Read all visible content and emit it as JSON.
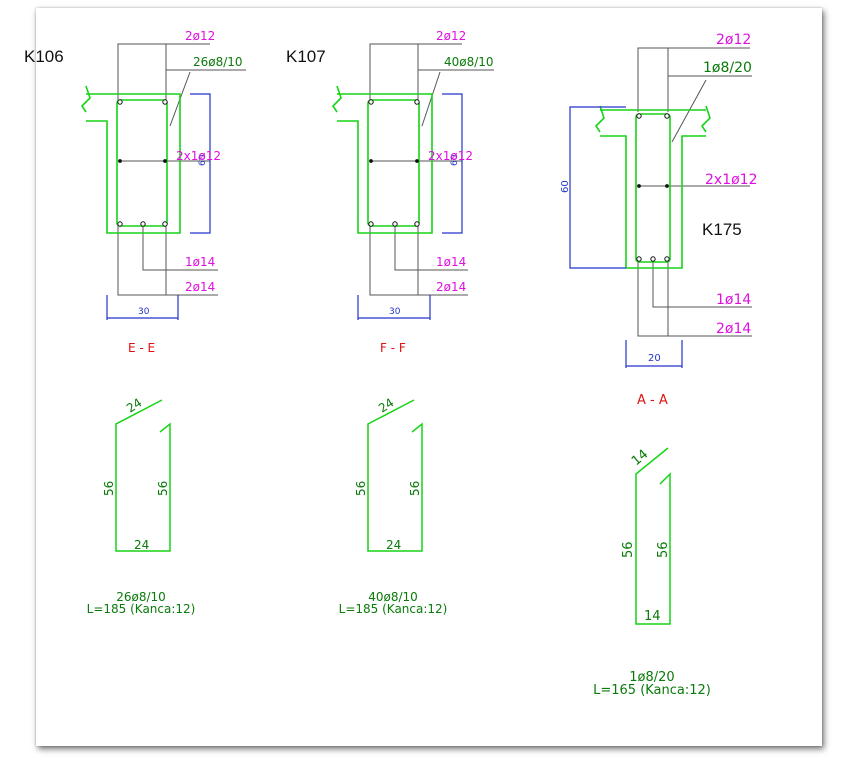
{
  "colors": {
    "green": "#16d416",
    "dark_green": "#0a7a0a",
    "magenta": "#e010e0",
    "blue": "#2233cc",
    "red": "#e01010",
    "gray": "#555555",
    "black": "#111111"
  },
  "sections": [
    {
      "id": "K106",
      "title": "K106",
      "section_label": "E - E",
      "top_bars": "2ø12",
      "stirrup": "26ø8/10",
      "side_bars": "2x1ø12",
      "bottom_bar_1": "1ø14",
      "bottom_bar_2": "2ø14",
      "width_dim": "30",
      "height_dim": "60",
      "shape_top": "24",
      "shape_left": "56",
      "shape_right": "56",
      "shape_bottom": "24",
      "summary_line1": "26ø8/10",
      "summary_line2": "L=185 (Kanca:12)"
    },
    {
      "id": "K107",
      "title": "K107",
      "section_label": "F - F",
      "top_bars": "2ø12",
      "stirrup": "40ø8/10",
      "side_bars": "2x1ø12",
      "bottom_bar_1": "1ø14",
      "bottom_bar_2": "2ø14",
      "width_dim": "30",
      "height_dim": "60",
      "shape_top": "24",
      "shape_left": "56",
      "shape_right": "56",
      "shape_bottom": "24",
      "summary_line1": "40ø8/10",
      "summary_line2": "L=185 (Kanca:12)"
    },
    {
      "id": "K175",
      "title": "K175",
      "section_label": "A - A",
      "top_bars": "2ø12",
      "stirrup": "1ø8/20",
      "side_bars": "2x1ø12",
      "bottom_bar_1": "1ø14",
      "bottom_bar_2": "2ø14",
      "width_dim": "20",
      "height_dim": "60",
      "shape_top": "14",
      "shape_left": "56",
      "shape_right": "56",
      "shape_bottom": "14",
      "summary_line1": "1ø8/20",
      "summary_line2": "L=165 (Kanca:12)"
    }
  ]
}
